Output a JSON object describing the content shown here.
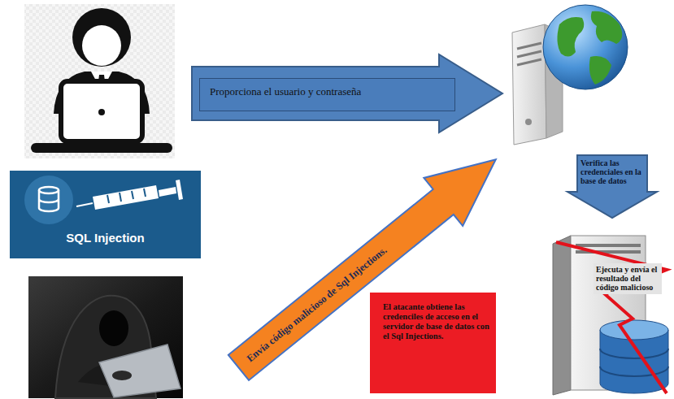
{
  "diagram": {
    "nodes": [
      {
        "text": [
          "Proporciona el usuario y contraseña"
        ]
      },
      {
        "text": [
          "SQL Injection"
        ]
      },
      {
        "text": [
          "Verifica las credenciales en la base de datos"
        ]
      },
      {
        "text": [
          "Envía código malicioso de Sql Injections."
        ]
      },
      {
        "text": [
          "El atacante obtiene las credenciles de acceso en el servidor de base de datos con el Sql Injections."
        ]
      },
      {
        "text": [
          "Ejecuta y envía el resultado del código malicioso"
        ]
      }
    ]
  }
}
